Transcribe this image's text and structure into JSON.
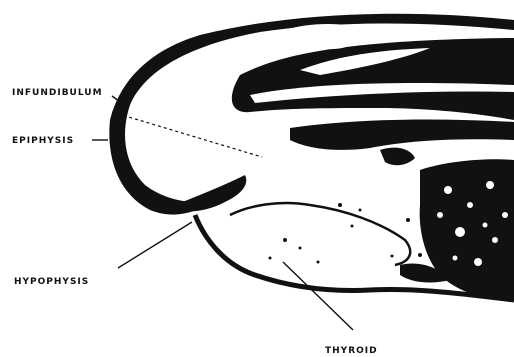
{
  "figure": {
    "labels": {
      "infundibulum": "INFUNDIBULUM",
      "epiphysis": "EPIPHYSIS",
      "hypophysis": "HYPOPHYSIS",
      "thyroid": "THYROID"
    },
    "colors": {
      "ink": "#111111",
      "paper": "#ffffff"
    }
  }
}
